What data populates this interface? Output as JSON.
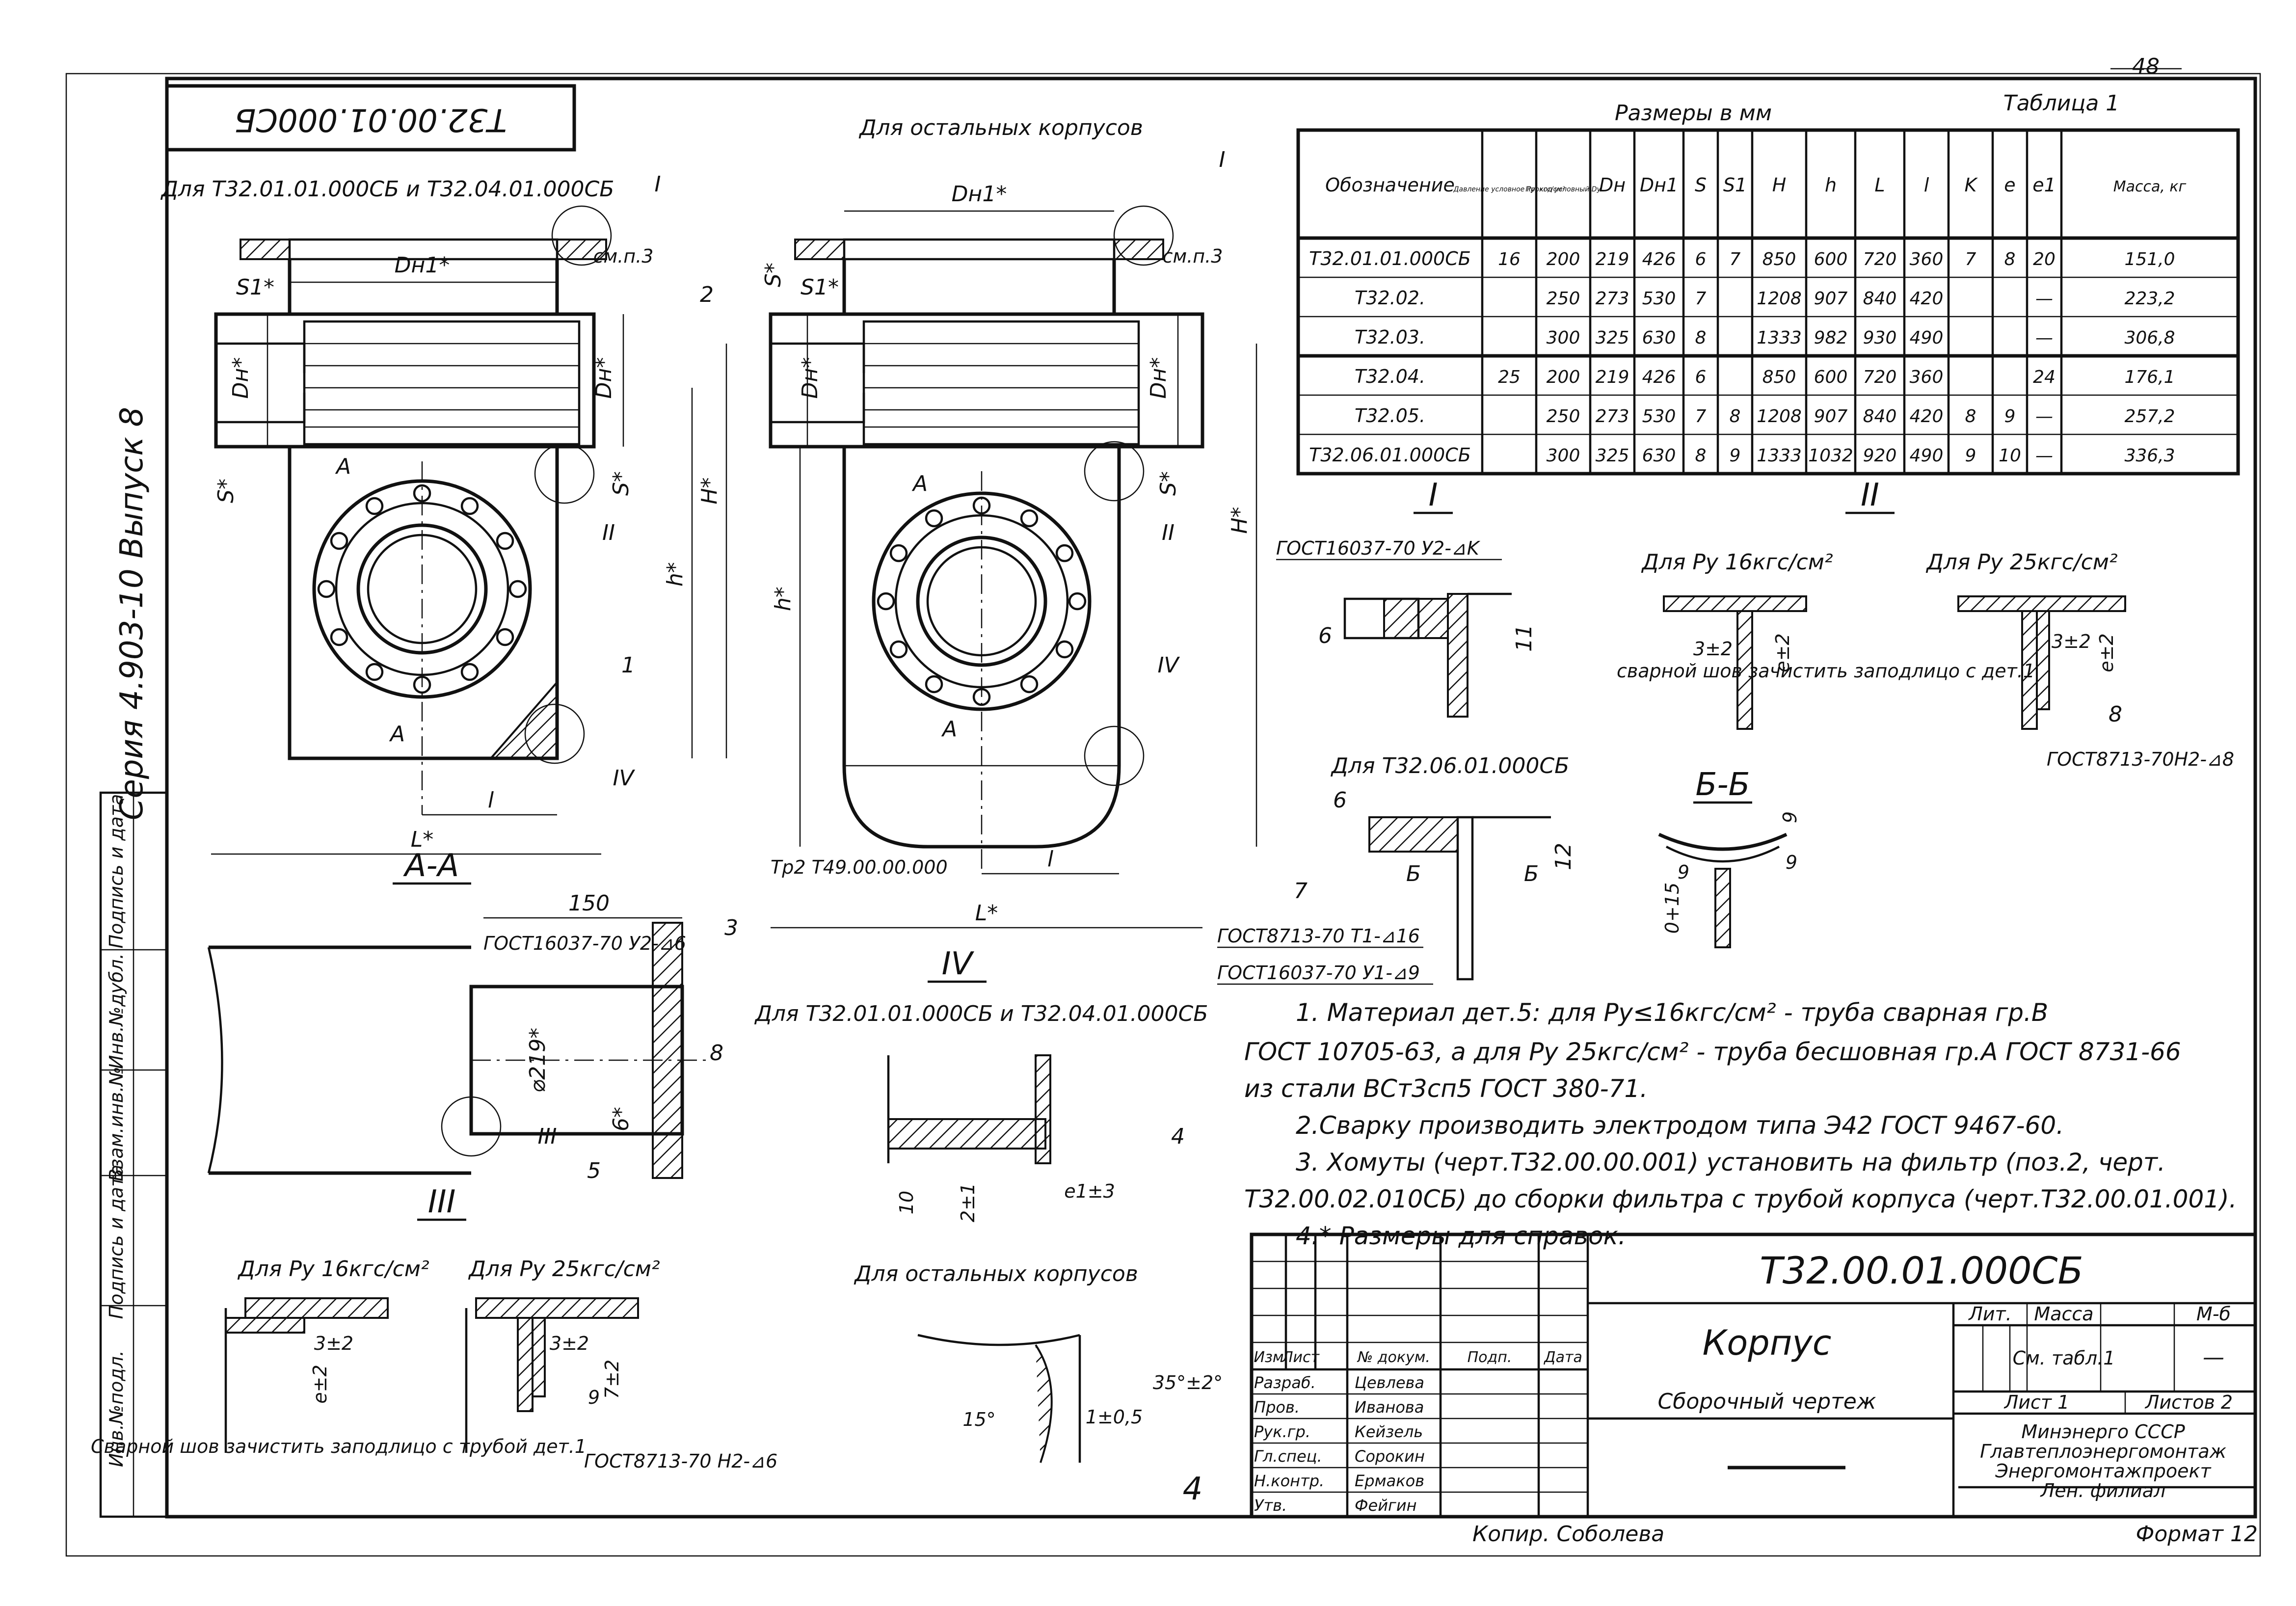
{
  "page_number": "48",
  "drawing_code_stamp": "Т32.00.01.000СБ",
  "series_label": "Серия 4.903-10 Выпуск 8",
  "side_stamp_labels": [
    "Инв.№подл.",
    "Подпись и дата",
    "Взам.инв.№",
    "Инв.№дубл.",
    "Подпись и дата"
  ],
  "views": {
    "left_title": "Для Т32.01.01.000СБ и Т32.04.01.000СБ",
    "right_title": "Для остальных корпусов",
    "section_aa": "А-А",
    "detail_I": "I",
    "detail_II": "II",
    "detail_III": "III",
    "detail_IV": "IV",
    "detail_IV_title": "Для Т32.01.01.000СБ и Т32.04.01.000СБ",
    "detail_IV_other": "Для остальных корпусов",
    "detail_06_title": "Для Т32.06.01.000СБ",
    "section_bb": "Б-Б",
    "pressure_16": "Для Pу 16кгс/см²",
    "pressure_25": "Для Pу 25кгс/см²",
    "weld_note_II": "сварной шов зачистить заподлицо с дет.1",
    "weld_note_III": "Сварной шов зачистить заподлицо с трубой дет.1",
    "tr_ref": "Тр2 Т49.00.00.000"
  },
  "dimension_labels": {
    "dn1": "Dн1*",
    "dn": "Dн*",
    "s": "S*",
    "s1": "S1*",
    "H": "H*",
    "h": "h*",
    "L": "L*",
    "l": "l",
    "A": "А",
    "sm_p3": "см.п.3",
    "d150": "150",
    "d219": "⌀219*",
    "d8": "8",
    "d6": "6*",
    "d10": "10",
    "d2": "2±1",
    "e1": "e1±3",
    "d3": "3±2",
    "e2": "e±2",
    "d7": "7±2",
    "d9": "9",
    "d11": "11",
    "d12": "12",
    "d35": "35°±2°",
    "d15": "15°",
    "d105": "1±0,5",
    "d0_15": "0+15",
    "b": "Б"
  },
  "weld_refs": {
    "w1": "ГОСТ16037-70 У2-⊿K",
    "w2": "ГОСТ16037-70 У2-⊿6",
    "w3": "ГОСТ8713-70 Т1-⊿16",
    "w4": "ГОСТ16037-70 У1-⊿9",
    "w5": "ГОСТ8713-70 Н2-⊿6",
    "w6": "ГОСТ8713-70Н2-⊿8"
  },
  "part_numbers": [
    "1",
    "2",
    "3",
    "4",
    "5",
    "6",
    "7",
    "8",
    "9"
  ],
  "table": {
    "caption": "Таблица 1",
    "units": "Размеры в мм",
    "headers": [
      "Обозначение",
      "Давление условное Pу, кгс/см²",
      "Проход условный Dу",
      "Dн",
      "Dн1",
      "S",
      "S1",
      "H",
      "h",
      "L",
      "l",
      "K",
      "e",
      "e1",
      "Масса, кг"
    ],
    "rows": [
      [
        "Т32.01.01.000СБ",
        "16",
        "200",
        "219",
        "426",
        "6",
        "7",
        "850",
        "600",
        "720",
        "360",
        "7",
        "8",
        "20",
        "151,0"
      ],
      [
        "Т32.02.",
        "",
        "250",
        "273",
        "530",
        "7",
        "",
        "1208",
        "907",
        "840",
        "420",
        "",
        "",
        "—",
        "223,2"
      ],
      [
        "Т32.03.",
        "",
        "300",
        "325",
        "630",
        "8",
        "",
        "1333",
        "982",
        "930",
        "490",
        "",
        "",
        "—",
        "306,8"
      ],
      [
        "Т32.04.",
        "25",
        "200",
        "219",
        "426",
        "6",
        "",
        "850",
        "600",
        "720",
        "360",
        "",
        "",
        "24",
        "176,1"
      ],
      [
        "Т32.05.",
        "",
        "250",
        "273",
        "530",
        "7",
        "8",
        "1208",
        "907",
        "840",
        "420",
        "8",
        "9",
        "—",
        "257,2"
      ],
      [
        "Т32.06.01.000СБ",
        "",
        "300",
        "325",
        "630",
        "8",
        "9",
        "1333",
        "1032",
        "920",
        "490",
        "9",
        "10",
        "—",
        "336,3"
      ]
    ]
  },
  "notes": [
    "1. Материал дет.5: для Pу≤16кгс/см² - труба сварная гр.В",
    "ГОСТ 10705-63, а для Pу 25кгс/см² - труба бесшовная гр.А ГОСТ 8731-66",
    "из стали ВСт3сп5 ГОСТ 380-71.",
    "2.Сварку производить электродом типа Э42 ГОСТ 9467-60.",
    "3. Хомуты (черт.Т32.00.00.001) установить на фильтр (поз.2, черт.",
    "Т32.00.02.010СБ) до сборки фильтра с трубой корпуса (черт.Т32.00.01.001).",
    "4.* Размеры для справок."
  ],
  "title_block": {
    "code": "Т32.00.01.000СБ",
    "name": "Корпус",
    "doc_type": "Сборочный чертеж",
    "lit_label": "Лит.",
    "mass_label": "Масса",
    "scale_label": "М-б",
    "mass_value": "См. табл.1",
    "scale_value": "—",
    "sheet": "Лист 1",
    "sheets": "Листов 2",
    "org_lines": [
      "Минэнерго СССР",
      "Главтеплоэнергомонтаж",
      "Энергомонтажпроект",
      "Лен. филиал"
    ],
    "role_headers": [
      "Изм",
      "Лист",
      "№ докум.",
      "Подп.",
      "Дата"
    ],
    "people": [
      [
        "Разраб.",
        "Цевлева"
      ],
      [
        "Пров.",
        "Иванова"
      ],
      [
        "Рук.гр.",
        "Кейзель"
      ],
      [
        "Гл.спец.",
        "Сорокин"
      ],
      [
        "Н.контр.",
        "Ермаков"
      ],
      [
        "Утв.",
        "Фейгин"
      ]
    ],
    "copied": "Копир. Соболева",
    "format": "Формат 12"
  }
}
